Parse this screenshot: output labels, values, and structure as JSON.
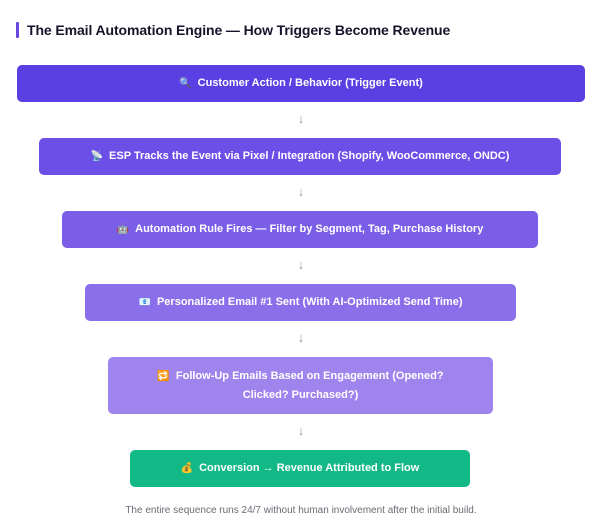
{
  "title": "The Email Automation Engine — How Triggers Become Revenue",
  "colors": {
    "title_accent": "#6a45e0",
    "step_1": "#5a3fe3",
    "step_2": "#6b4fe6",
    "step_3": "#7a5ee8",
    "step_4": "#8b6fea",
    "step_5": "#a084ee",
    "step_6": "#12b886",
    "arrow": "#9a9aa5",
    "footer_text": "#6b6b74"
  },
  "steps": [
    {
      "icon": "🔍",
      "icon_name": "magnifying-glass",
      "label": "Customer Action / Behavior (Trigger Event)"
    },
    {
      "icon": "📡",
      "icon_name": "satellite-antenna",
      "label": "ESP Tracks the Event via Pixel / Integration (Shopify, WooCommerce, ONDC)"
    },
    {
      "icon": "🤖",
      "icon_name": "robot",
      "label": "Automation Rule Fires — Filter by Segment, Tag, Purchase History"
    },
    {
      "icon": "📧",
      "icon_name": "email",
      "label": "Personalized Email #1 Sent (With AI-Optimized Send Time)"
    },
    {
      "icon": "🔁",
      "icon_name": "repeat",
      "label": "Follow-Up Emails Based on Engagement (Opened? Clicked? Purchased?)"
    },
    {
      "icon": "💰",
      "icon_name": "money-bag",
      "label": "Conversion → Revenue Attributed to Flow"
    }
  ],
  "arrow_glyph": "↓",
  "footer": "The entire sequence runs 24/7 without human involvement after the initial build."
}
